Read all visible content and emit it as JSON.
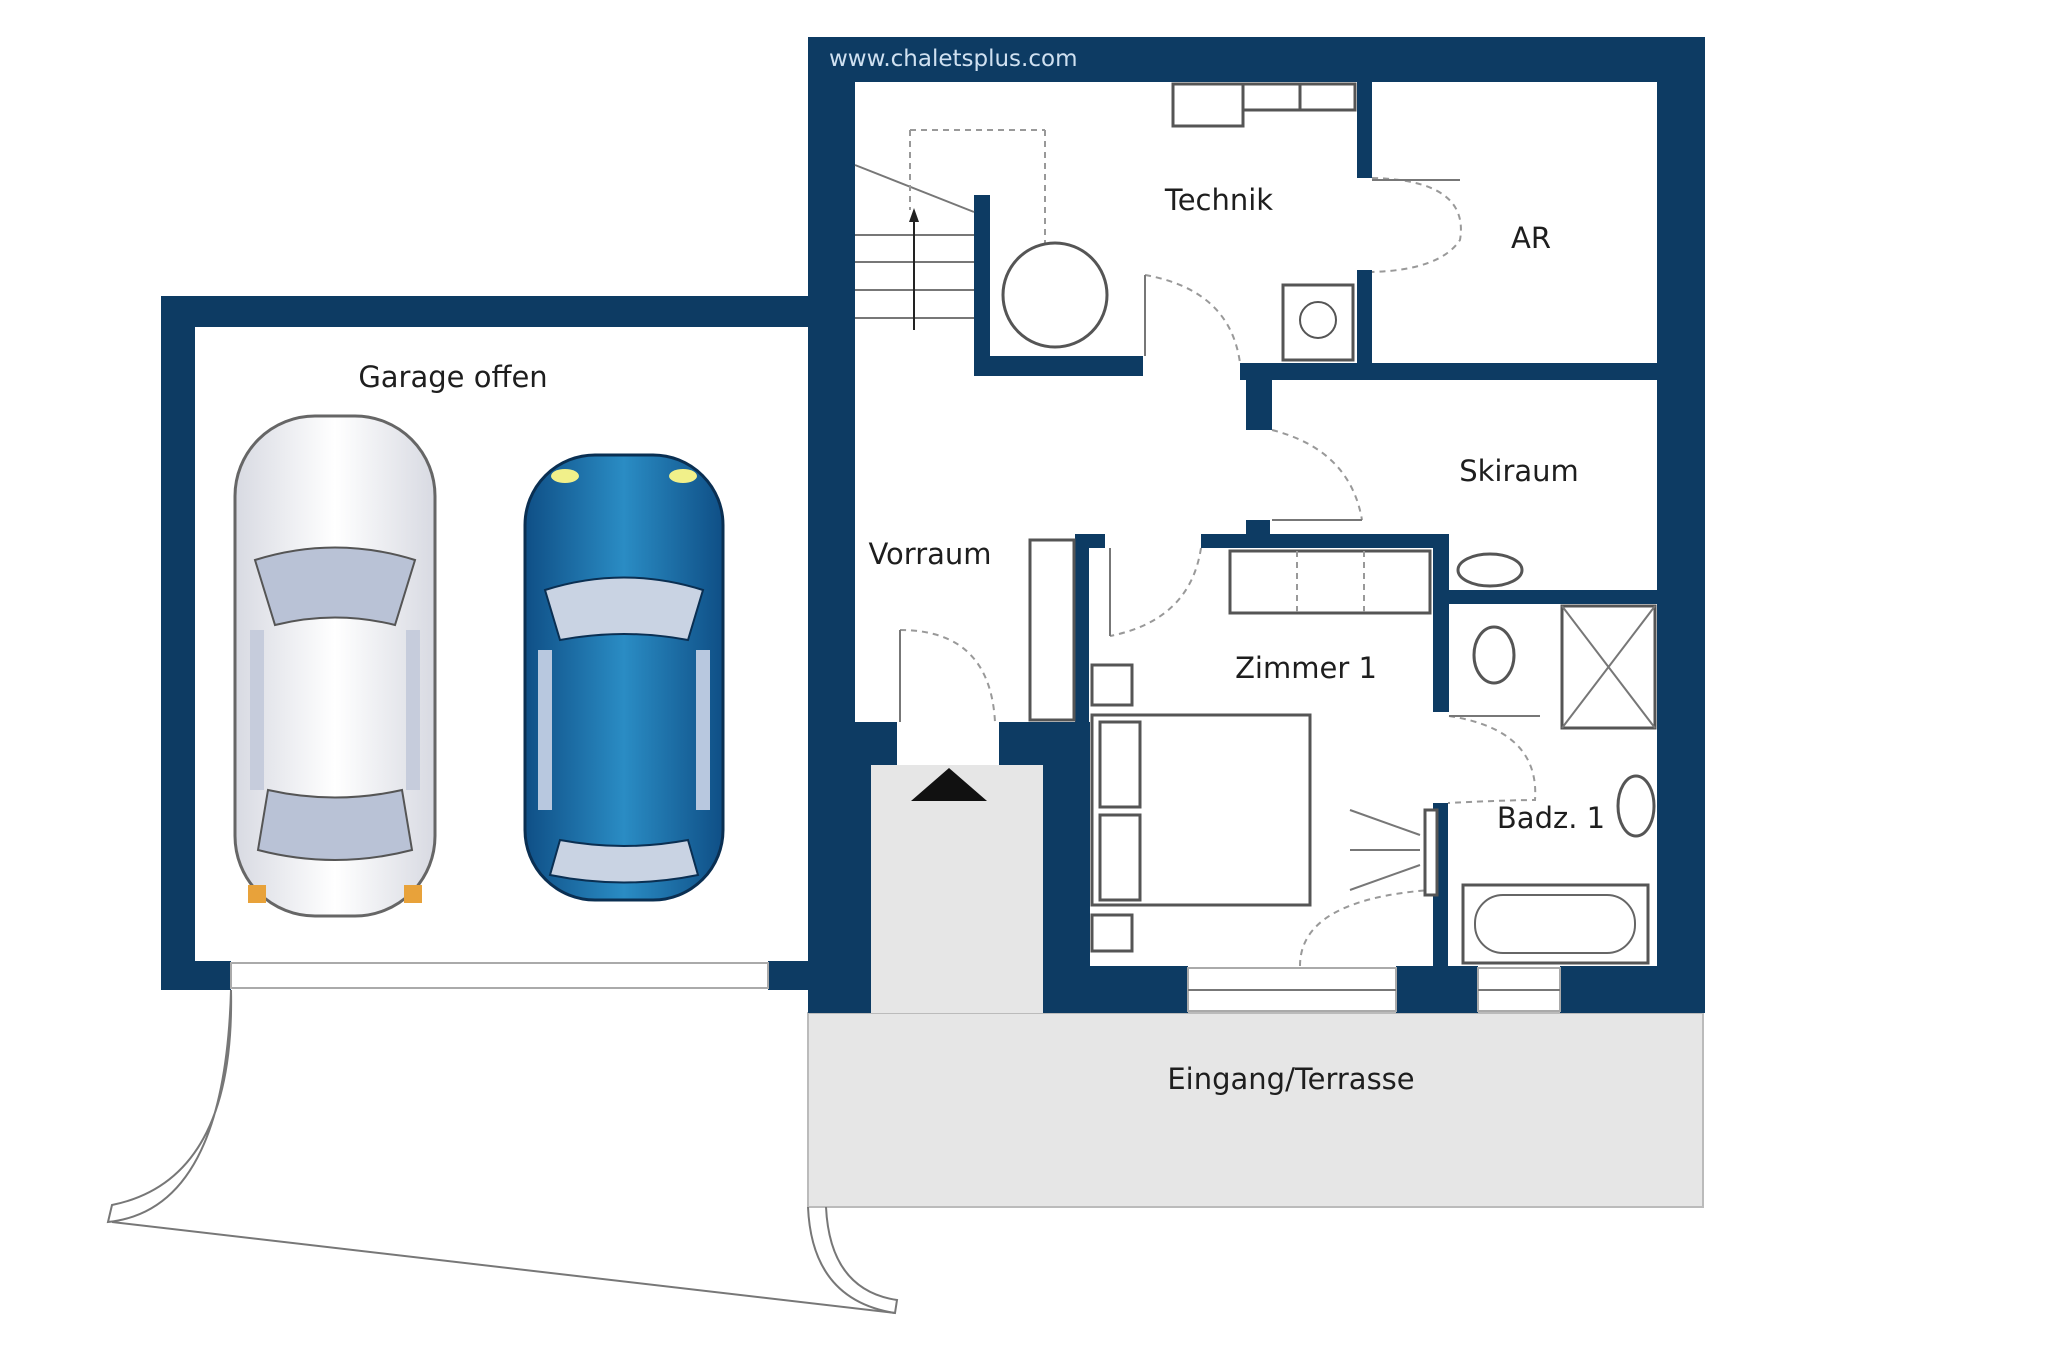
{
  "plan": {
    "website": "www.chaletsplus.com",
    "rooms": {
      "garage": "Garage offen",
      "technik": "Technik",
      "ar": "AR",
      "skiraum": "Skiraum",
      "vorraum": "Vorraum",
      "zimmer": "Zimmer 1",
      "bad": "Badz. 1",
      "terrasse": "Eingang/Terrasse"
    },
    "colors": {
      "wall": "#0d3b63",
      "terrace": "#e6e6e6",
      "car_blue": "#1d6fa8",
      "car_white": "#f2f3f6"
    }
  }
}
